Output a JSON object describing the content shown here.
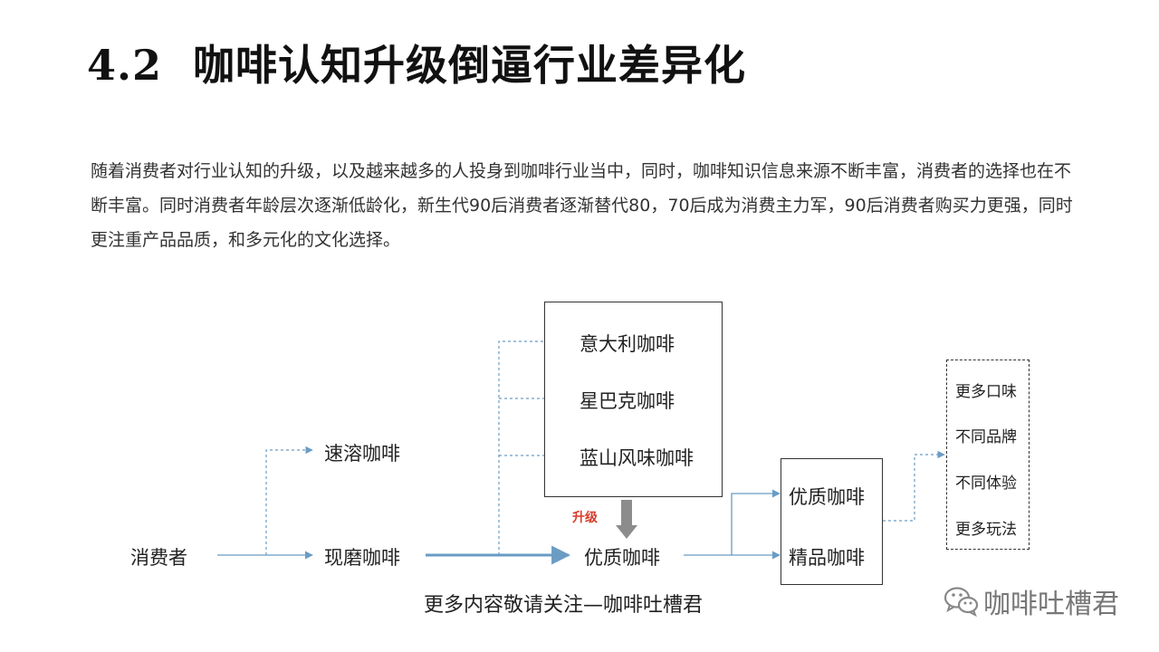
{
  "title": {
    "number": "4.2",
    "text": "咖啡认知升级倒逼行业差异化"
  },
  "paragraph": "随着消费者对行业认知的升级，以及越来越多的人投身到咖啡行业当中，同时，咖啡知识信息来源不断丰富，消费者的选择也在不断丰富。同时消费者年龄层次逐渐低龄化，新生代90后消费者逐渐替代80，70后成为消费主力军，90后消费者购买力更强，同时更注重产品品质，和多元化的文化选择。",
  "diagram": {
    "consumer": "消费者",
    "instant": "速溶咖啡",
    "fresh": "现磨咖啡",
    "coffee_types": [
      "意大利咖啡",
      "星巴克咖啡",
      "蓝山风味咖啡"
    ],
    "upgrade_label": "升级",
    "quality_center": "优质咖啡",
    "right_box": [
      "优质咖啡",
      "精品咖啡"
    ],
    "benefits": [
      "更多口味",
      "不同品牌",
      "不同体验",
      "更多玩法"
    ],
    "colors": {
      "arrow": "#6a9cc4",
      "upgrade_arrow": "#8c8c8c",
      "upgrade_text": "#d83b2a"
    }
  },
  "footer": "更多内容敬请关注—咖啡吐槽君",
  "watermark": "咖啡吐槽君"
}
